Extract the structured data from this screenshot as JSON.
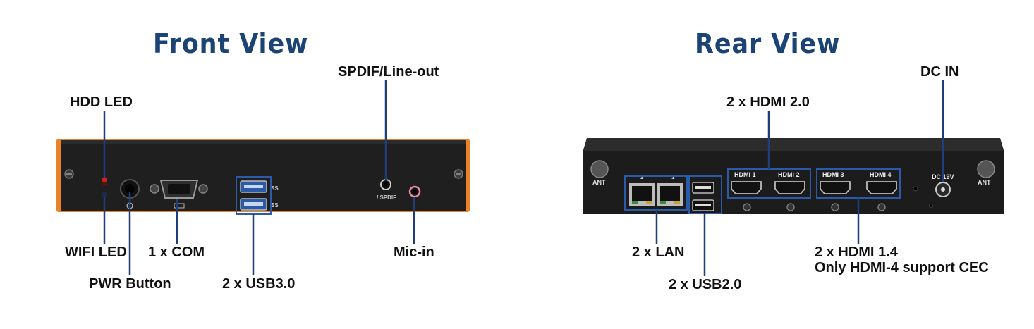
{
  "front": {
    "title": "Front View",
    "labels": {
      "hdd_led": "HDD LED",
      "spdif": "SPDIF/Line-out",
      "wifi_led": "WIFI LED",
      "com": "1 x COM",
      "mic": "Mic-in",
      "pwr": "PWR Button",
      "usb3": "2 x USB3.0"
    },
    "panel_text": {
      "spdif_mark": "/ SPDIF",
      "ss_1": "SS",
      "ss_2": "SS",
      "com_mark": "IOIOI"
    }
  },
  "rear": {
    "title": "Rear View",
    "labels": {
      "dc_in": "DC IN",
      "hdmi20": "2 x HDMI 2.0",
      "lan": "2 x LAN",
      "hdmi14_line1": "2 x HDMI 1.4",
      "hdmi14_line2": "Only HDMI-4 support CEC",
      "usb2": "2 x USB2.0"
    },
    "panel_text": {
      "ant_left": "ANT",
      "ant_right": "ANT",
      "hdmi1": "HDMI 1",
      "hdmi2": "HDMI 2",
      "hdmi3": "HDMI 3",
      "hdmi4": "HDMI 4",
      "dc": "DC 19V",
      "lan2": "2",
      "lan1": "1"
    }
  },
  "colors": {
    "title": "#1b4373",
    "callout_line": "#1f3f7a",
    "chassis": "#1f1f1f",
    "accent_orange": "#e8832a",
    "highlight_box": "#2a5aa8"
  }
}
